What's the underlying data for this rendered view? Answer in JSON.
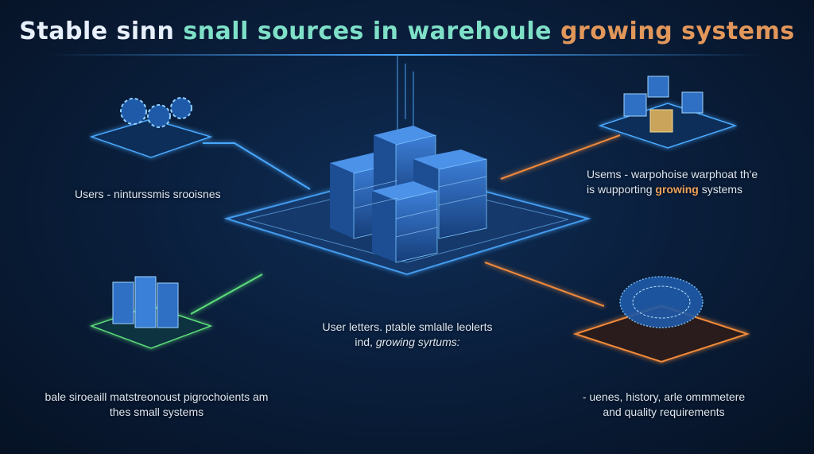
{
  "title": {
    "part1": "Stable sinn ",
    "part2": "snall sources in warehoule ",
    "part3": "growing systems"
  },
  "labels": {
    "top_left": "Users - ninturssmis srooisnes",
    "top_right_line1": "Usems - warpohoise warphoat th'e",
    "top_right_line2_prefix": "is wupporting ",
    "top_right_line2_highlight": "growing",
    "top_right_line2_suffix": " systems",
    "center_line1": "User letters. ptable smlalle leolerts",
    "center_line2_prefix": "ind, ",
    "center_line2_italic": "growing syrtums:",
    "bottom_left_line1": "bale siroeaill matstreonoust pigrochoients am",
    "bottom_left_line2": "thes small systems",
    "bottom_right_line1": "- uenes, history, arle ommmetere",
    "bottom_right_line2": "and  quality requirements"
  },
  "colors": {
    "background": "#0a1f3d",
    "accent_blue": "#4aa8ff",
    "accent_green": "#5de07a",
    "accent_orange": "#f08a3a",
    "title_teal": "#7fe0c8",
    "title_orange": "#e2975a"
  }
}
